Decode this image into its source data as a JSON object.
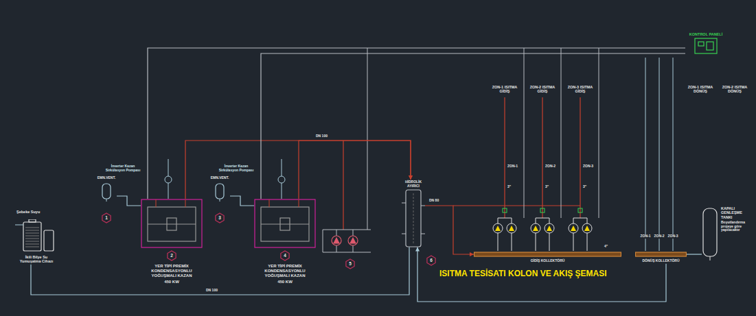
{
  "diagram": {
    "title": "ISITMA TESİSATI KOLON VE AKIŞ ŞEMASI",
    "nodes": [
      {
        "text": [
          "İkili Bilye Su Yumuşatma Cihazı"
        ]
      },
      {
        "text": [
          "EMN.VENT."
        ]
      },
      {
        "text": [
          "YER TİPİ PREMİX KONDENSASYONLU YOĞUŞMALI KAZAN",
          "450 KW"
        ]
      },
      {
        "text": [
          "EMN.VENT."
        ]
      },
      {
        "text": [
          "YER TİPİ PREMİX KONDENSASYONLU YOĞUŞMALI KAZAN",
          "450 KW"
        ]
      },
      {
        "text": [
          "HİDROLİK AYIRICI"
        ]
      },
      {
        "text": [
          "GİDİŞ KOLLEKTÖRÜ"
        ]
      },
      {
        "text": [
          "DÖNÜŞ KOLLEKTÖRÜ"
        ]
      },
      {
        "text": [
          "KAPALI GENLEŞME TANKI",
          "Boyutlandırma projeye göre yapılacaktır"
        ]
      },
      {
        "text": [
          "KONTROL PANELİ"
        ]
      }
    ],
    "edges": [
      {
        "from": 1,
        "to": 2,
        "arrow": "none"
      },
      {
        "from": 3,
        "to": 4,
        "arrow": "none"
      },
      {
        "from": 2,
        "to": 5,
        "arrow": "to"
      },
      {
        "from": 4,
        "to": 5,
        "arrow": "to"
      },
      {
        "from": 5,
        "to": 6,
        "arrow": "to"
      },
      {
        "from": 7,
        "to": 5,
        "arrow": "to"
      },
      {
        "from": 0,
        "to": 5,
        "arrow": "none"
      },
      {
        "from": 7,
        "to": 8,
        "arrow": "none"
      },
      {
        "from": 9,
        "to": 2,
        "arrow": "none"
      },
      {
        "from": 9,
        "to": 4,
        "arrow": "none"
      }
    ],
    "labels": [
      "Şebeke Suyu",
      "İnverter Kazan Sirkülasyon Pompası",
      "İnverter Kazan Sirkülasyon Pompası",
      "ZON-1 ISITMA GİDİŞ",
      "ZON-2 ISITMA GİDİŞ",
      "ZON-3 ISITMA GİDİŞ",
      "ZON-1 ISITMA DÖNÜŞ",
      "ZON-2 ISITMA DÖNÜŞ",
      "ZON-1",
      "ZON-2",
      "ZON-3",
      "ZON-1",
      "ZON-2",
      "ZON-3",
      "1",
      "2",
      "3",
      "4",
      "5",
      "6",
      "DN 100",
      "DN 100",
      "DN 80",
      "3\"",
      "3\"",
      "3\"",
      "4\""
    ]
  }
}
